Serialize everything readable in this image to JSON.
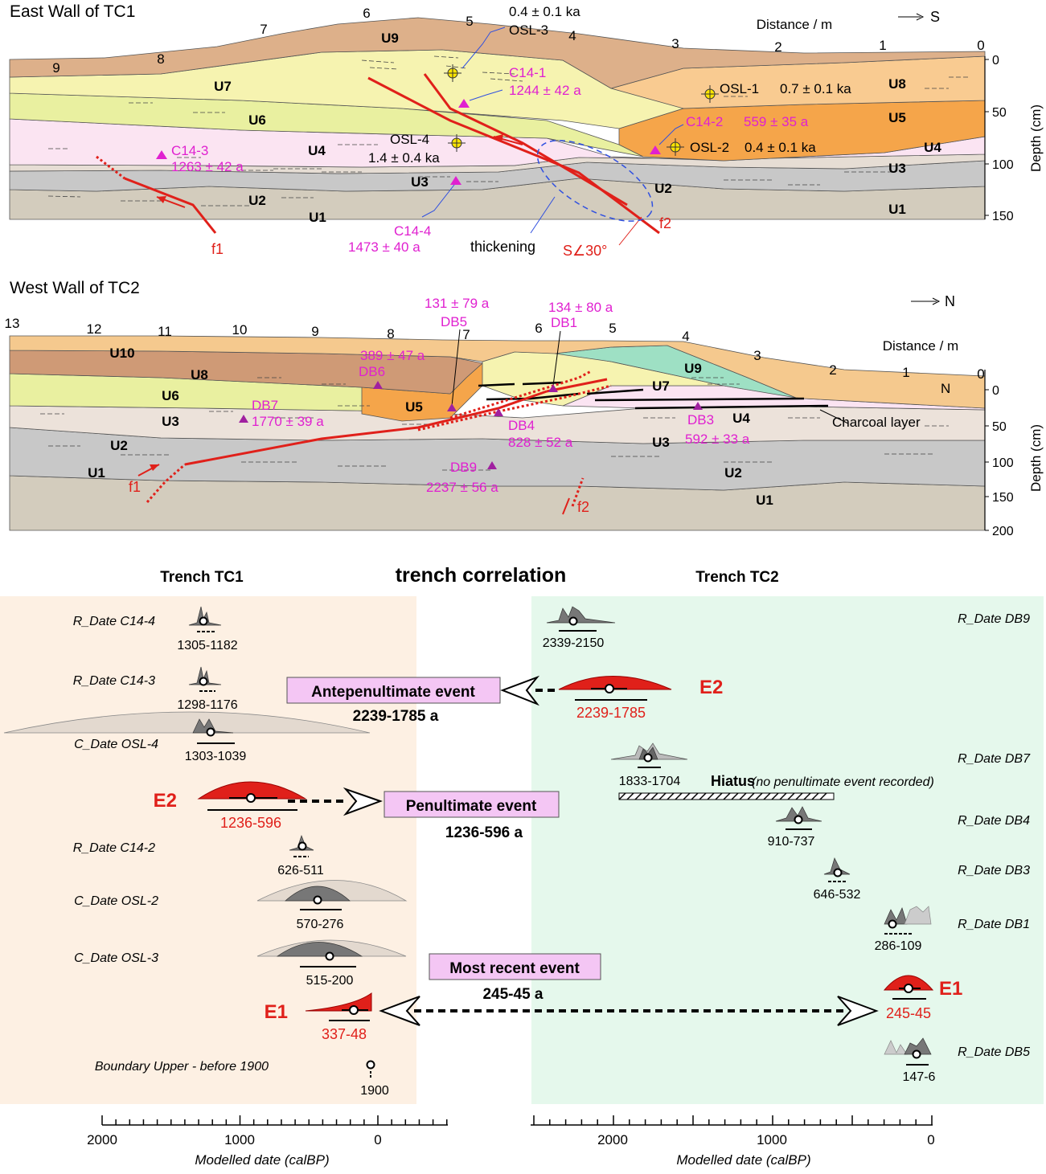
{
  "panels": {
    "tc1_title": "East Wall of TC1",
    "tc2_title": "West Wall of TC2"
  },
  "tc1": {
    "distance_label": "Distance / m",
    "direction": "S",
    "depth_label": "Depth (cm)",
    "x_ticks": [
      "9",
      "8",
      "7",
      "6",
      "5",
      "4",
      "3",
      "2",
      "1",
      "0"
    ],
    "depth_ticks": [
      "0",
      "50",
      "100",
      "150"
    ],
    "units": {
      "U1a": "U1",
      "U1b": "U1",
      "U2a": "U2",
      "U2b": "U2",
      "U3a": "U3",
      "U3b": "U3",
      "U4a": "U4",
      "U4b": "U4",
      "U5": "U5",
      "U6": "U6",
      "U7": "U7",
      "U8": "U8",
      "U9": "U9"
    },
    "samples": {
      "osl3_age": "0.4 ± 0.1 ka",
      "osl3": "OSL-3",
      "c141": "C14-1",
      "c141_age": "1244 ± 42 a",
      "osl1": "OSL-1",
      "osl1_age": "0.7 ± 0.1 ka",
      "c142": "C14-2",
      "c142_age": "559 ± 35 a",
      "osl2": "OSL-2",
      "osl2_age": "0.4 ± 0.1 ka",
      "osl4": "OSL-4",
      "osl4_age": "1.4 ± 0.4 ka",
      "c143": "C14-3",
      "c143_age": "1263 ± 42 a",
      "c144": "C14-4",
      "c144_age": "1473 ± 40 a"
    },
    "thickening": "thickening",
    "f1": "f1",
    "f2": "f2",
    "dip": "S∠30°"
  },
  "tc2": {
    "distance_label": "Distance / m",
    "direction": "N",
    "n_mark": "N",
    "depth_label": "Depth (cm)",
    "x_ticks": [
      "13",
      "12",
      "11",
      "10",
      "9",
      "8",
      "7",
      "6",
      "5",
      "4",
      "3",
      "2",
      "1",
      "0"
    ],
    "depth_ticks": [
      "0",
      "50",
      "100",
      "150",
      "200"
    ],
    "units": {
      "U10": "U10",
      "U8": "U8",
      "U6": "U6",
      "U5": "U5",
      "U3a": "U3",
      "U3b": "U3",
      "U2a": "U2",
      "U2b": "U2",
      "U1a": "U1",
      "U1b": "U1",
      "U9": "U9",
      "U7": "U7",
      "U4": "U4"
    },
    "samples": {
      "db5_age": "131 ± 79 a",
      "db5": "DB5",
      "db1_age": "134 ± 80 a",
      "db1": "DB1",
      "db6_age": "389 ± 47 a",
      "db6": "DB6",
      "db7": "DB7",
      "db7_age": "1770 ± 39 a",
      "db4": "DB4",
      "db4_age": "828 ± 52 a",
      "db3": "DB3",
      "db3_age": "592 ± 33 a",
      "db9": "DB9",
      "db9_age": "2237 ± 56 a"
    },
    "charcoal": "Charcoal layer",
    "f1": "f1",
    "f2": "f2"
  },
  "correlation": {
    "title": "trench correlation",
    "tc1_header": "Trench TC1",
    "tc2_header": "Trench TC2",
    "left": [
      {
        "label": "R_Date C14-4",
        "range": "1305-1182"
      },
      {
        "label": "R_Date C14-3",
        "range": "1298-1176"
      },
      {
        "label": "C_Date OSL-4",
        "range": "1303-1039"
      },
      {
        "label": "R_Date C14-2",
        "range": "626-511"
      },
      {
        "label": "C_Date OSL-2",
        "range": "570-276"
      },
      {
        "label": "C_Date OSL-3",
        "range": "515-200"
      },
      {
        "label": "Boundary Upper - before 1900",
        "range": "1900"
      }
    ],
    "right": [
      {
        "label": "R_Date DB9",
        "range": "2339-2150"
      },
      {
        "label": "R_Date DB7",
        "range": "1833-1704"
      },
      {
        "label": "R_Date DB4",
        "range": "910-737"
      },
      {
        "label": "R_Date DB3",
        "range": "646-532"
      },
      {
        "label": "R_Date DB1",
        "range": "286-109"
      },
      {
        "label": "R_Date DB5",
        "range": "147-6"
      }
    ],
    "events": {
      "tc1_e2": "E2",
      "tc1_e2_range": "1236-596",
      "tc1_e1": "E1",
      "tc1_e1_range": "337-48",
      "tc2_e2": "E2",
      "tc2_e2_range": "2239-1785",
      "tc2_e1": "E1",
      "tc2_e1_range": "245-45"
    },
    "boxes": {
      "antepenultimate": "Antepenultimate  event",
      "antepenultimate_range": "2239-1785 a",
      "penultimate": "Penultimate event",
      "penultimate_range": "1236-596 a",
      "recent": "Most recent event",
      "recent_range": "245-45 a"
    },
    "hiatus": "Hiatus",
    "hiatus_note": "(no penultimate event recorded)",
    "left_axis": {
      "ticks": [
        "2000",
        "1000",
        "0"
      ],
      "label": "Modelled date (calBP)"
    },
    "right_axis": {
      "ticks": [
        "2000",
        "1000",
        "0"
      ],
      "label": "Modelled date (calBP)"
    }
  },
  "colors": {
    "tc1_bg": "#fdf0e3",
    "tc2_bg": "#e5f8ec",
    "event": "#e0201a",
    "magenta": "#e020d0",
    "u1": "#d3ccbd",
    "u2": "#c8c8c8",
    "u3": "#ece2da",
    "u4": "#fbe4f2",
    "u5": "#f5a54a",
    "u6": "#e9f0a0",
    "u7": "#f6f3b0",
    "u8": "#f9cb91",
    "u9": "#ddb08a",
    "u10": "#f5c98e",
    "u9tc2": "#9ee0c4"
  }
}
